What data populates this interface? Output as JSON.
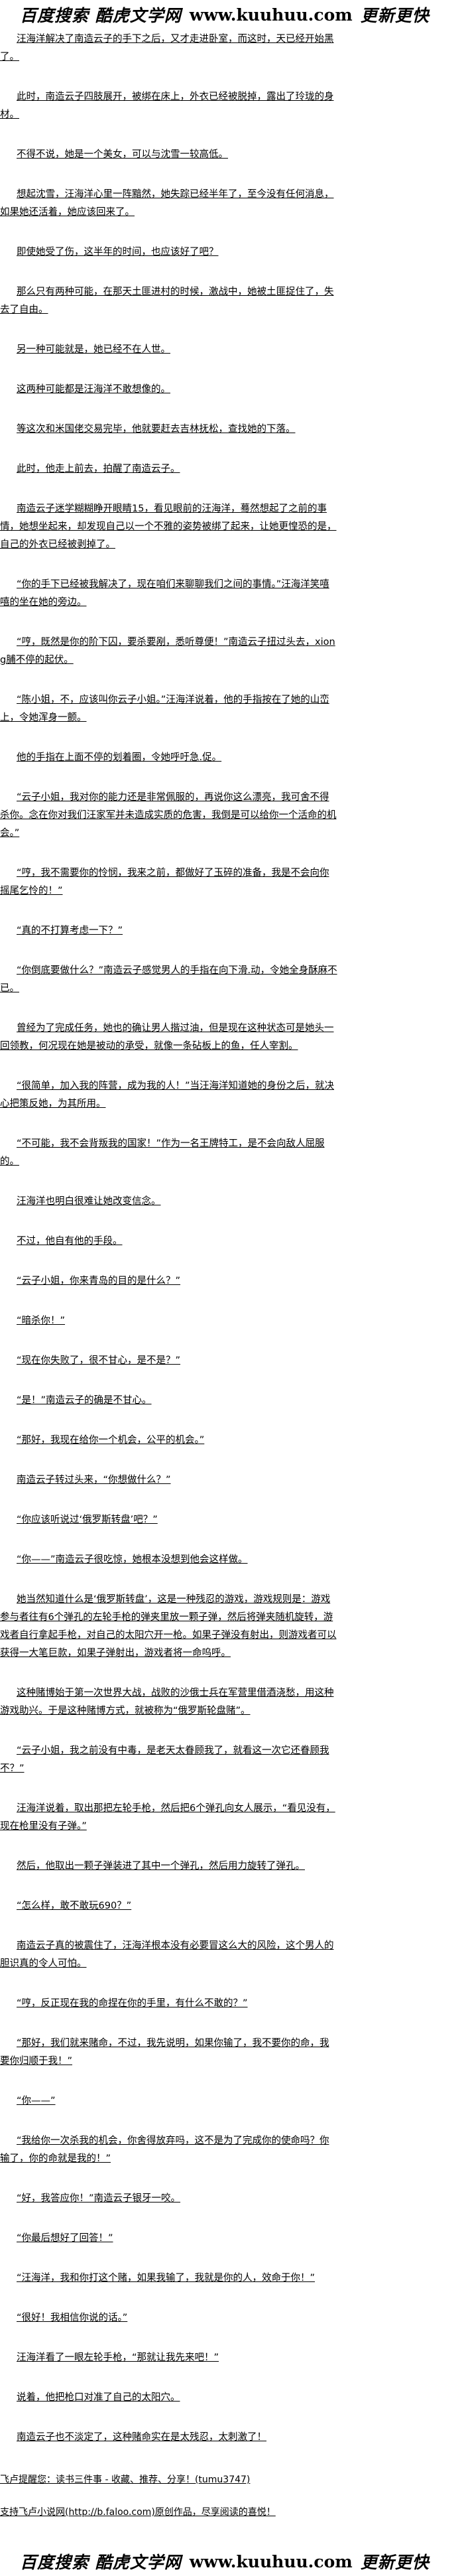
{
  "banner": {
    "left": "百度搜索 酷虎文学网",
    "url": "www.kuuhuu.com",
    "right": "更新更快"
  },
  "paragraphs": [
    "汪海洋解决了南造云子的手下之后，又才走进卧室，而这时，天已经开始黑了。",
    "此时，南造云子四肢展开，被绑在床上，外衣已经被脱掉，露出了玲珑的身材。",
    "不得不说，她是一个美女，可以与沈雪一较高低。",
    "想起沈雪，汪海洋心里一阵黯然，她失踪已经半年了，至今没有任何消息，如果她还活着，她应该回来了。",
    "即使她受了伤，这半年的时间，也应该好了吧？",
    "那么只有两种可能，在那天土匪进村的时候，激战中，她被土匪捉住了，失去了自由。",
    "另一种可能就是，她已经不在人世。",
    "这两种可能都是汪海洋不敢想像的。",
    "等这次和米国佬交易完毕，他就要赶去吉林抚松，查找她的下落。",
    "此时，他走上前去，拍醒了南造云子。",
    "南造云子迷学糊糊睁开眼睛15，看见眼前的汪海洋，蓦然想起了之前的事情，她想坐起来，却发现自己以一个不雅的姿势被绑了起来，让她更惶恐的是，自己的外衣已经被剥掉了。",
    "“你的手下已经被我解决了，现在咱们来聊聊我们之间的事情。”汪海洋笑嘻嘻的坐在她的旁边。",
    "“哼，既然是你的阶下囚，要杀要剐，悉听尊便！”南造云子扭过头去，xiong脯不停的起伏。",
    "“陈小姐，不，应该叫你云子小姐。”汪海洋说着，他的手指按在了她的山峦上，令她浑身一颤。",
    "他的手指在上面不停的划着圈，令她呼吁急.促。",
    "“云子小姐，我对你的能力还是非常佩服的，再说你这么漂亮，我可舍不得杀你。念在你对我们汪家军并未造成实质的危害，我倒是可以给你一个活命的机会。”",
    "“哼，我不需要你的怜悯，我来之前，都做好了玉碎的准备，我是不会向你摇尾乞怜的！”",
    "“真的不打算考虑一下？”",
    "“你倒底要做什么？”南造云子感觉男人的手指在向下滑.动，令她全身酥麻不已。",
    "曾经为了完成任务，她也的确让男人揩过油，但是现在这种状态可是她头一回领教，何况现在她是被动的承受，就像一条砧板上的鱼，任人宰割。",
    "“很简单，加入我的阵营，成为我的人！”当汪海洋知道她的身份之后，就决心把策反她，为其所用。",
    "“不可能，我不会背叛我的国家！”作为一名王牌特工，是不会向敌人屈服的。",
    "汪海洋也明白很难让她改变信念。",
    "不过，他自有他的手段。",
    "“云子小姐，你来青岛的目的是什么？”",
    "“暗杀你！”",
    "“现在你失败了，很不甘心，是不是？”",
    "“是！”南造云子的确是不甘心。",
    "“那好，我现在给你一个机会，公平的机会。”",
    "南造云子转过头来，“你想做什么？”",
    "“你应该听说过‘俄罗斯转盘’吧？”",
    "“你——”南造云子很吃惊，她根本没想到他会这样做。",
    "她当然知道什么是‘俄罗斯转盘’，这是一种残忍的游戏，游戏规则是：游戏参与者往有6个弹孔的左轮手枪的弹夹里放一颗子弹，然后将弹夹随机旋转，游戏者自行拿起手枪，对自己的太阳穴开一枪。如果子弹没有射出，则游戏者可以获得一大笔巨款，如果子弹射出，游戏者将一命呜呼。",
    "这种赌博始于第一次世界大战，战败的沙俄士兵在军营里借酒浇愁，用这种游戏助兴。于是这种赌博方式，就被称为“俄罗斯轮盘赌”。",
    "“云子小姐，我之前没有中毒，是老天太眷顾我了，就看这一次它还眷顾我不？”",
    "汪海洋说着，取出那把左轮手枪，然后把6个弹孔向女人展示，“看见没有，现在枪里没有子弹。”",
    "然后，他取出一颗子弹装进了其中一个弹孔，然后用力旋转了弹孔。",
    "“怎么样，敢不敢玩690？”",
    "南造云子真的被震住了，汪海洋根本没有必要冒这么大的风险，这个男人的胆识真的令人可怕。",
    "“哼，反正现在我的命捏在你的手里，有什么不敢的？”",
    "“那好，我们就来赌命，不过，我先说明，如果你输了，我不要你的命，我要你归顺于我！”",
    "“你——”",
    "“我给你一次杀我的机会，你舍得放弃吗，这不是为了完成你的使命吗？你输了，你的命就是我的！”",
    "“好，我答应你！”南造云子银牙一咬。",
    "“你最后想好了回答！”",
    "“汪海洋，我和你打这个赌，如果我输了，我就是你的人，效命于你！”",
    "“很好！我相信你说的话。”",
    "汪海洋看了一眼左轮手枪，“那就让我先来吧！”",
    "说着，他把枪口对准了自己的太阳穴。",
    "南造云子也不淡定了，这种赌命实在是太残忍，太刺激了！"
  ],
  "footer": {
    "reminder": "飞卢提醒您：读书三件事 - 收藏、推荐、分享！(tumu3747)",
    "support": "支持飞卢小说网(http://b.faloo.com)原创作品，尽享阅读的喜悦！"
  }
}
